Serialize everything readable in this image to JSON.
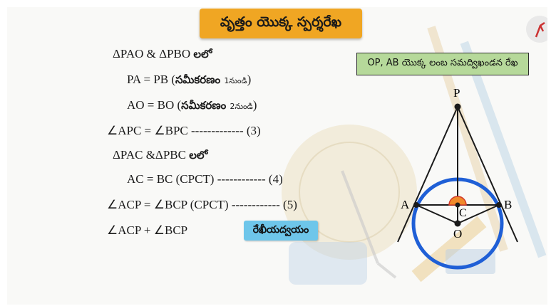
{
  "title": "వృత్తం యొక్క స్పర్శరేఖ",
  "note": "OP, AB యొక్క లంబ సమద్విఖండన రేఖ",
  "steps": {
    "s1_math": "ΔPAO & ΔPBO ",
    "s1_tel": "లలో",
    "s2_math": "PA = PB (",
    "s2_tel": "సమీకరణం ",
    "s2_small": "1నుండి",
    "s2_close": ")",
    "s3_math": "AO = BO (",
    "s3_tel": "సమీకరణం ",
    "s3_small": "2నుండి",
    "s3_close": ")",
    "s4": "∠APC = ∠BPC ------------- (3)",
    "s5_math": "ΔPAC &ΔPBC ",
    "s5_tel": "లలో",
    "s6": "AC = BC (CPCT)  ------------ (4)",
    "s7": "∠ACP = ∠BCP (CPCT) ------------ (5)",
    "s8": "∠ACP + ∠BCP",
    "s8_box": "రేఖీయద్వయం"
  },
  "diagram": {
    "label_p": "P",
    "label_a": "A",
    "label_b": "B",
    "label_c": "C",
    "label_o": "O",
    "circle_color": "#1f5fd6",
    "angle_mark_color": "#d23a2a"
  },
  "colors": {
    "banner": "#f0a623",
    "note_box": "#b6d99a",
    "highlight": "#6ec6ea"
  }
}
